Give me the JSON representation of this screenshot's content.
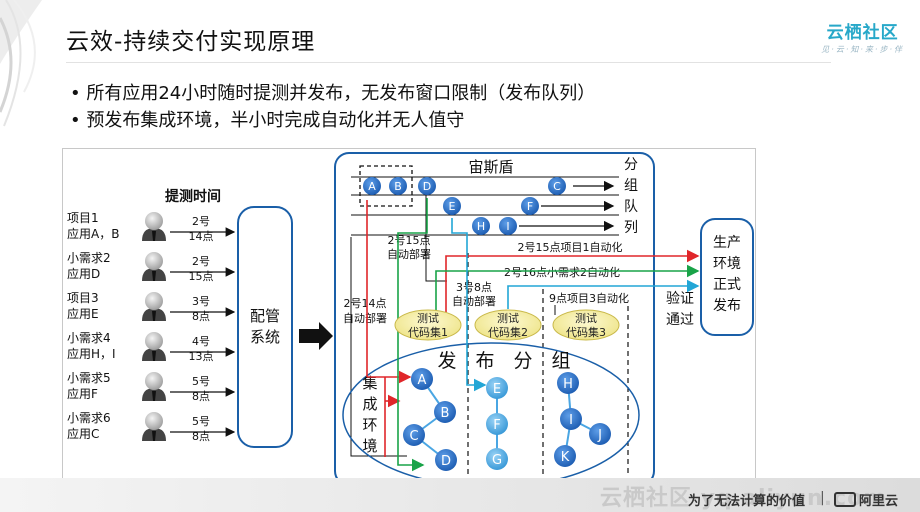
{
  "slide": {
    "title": "云效-持续交付实现原理",
    "logo_text": "云栖社区",
    "logo_sub": "见·云·知·来·步·伴",
    "bullets": [
      "所有应用24小时随时提测并发布，无发布窗口限制（发布队列）",
      "预发布集成环境，半小时完成自动化并无人值守"
    ]
  },
  "diagram": {
    "submit_time_header": "提测时间",
    "requests": [
      {
        "line1": "项目1",
        "line2": "应用A，B",
        "day": "2号",
        "time": "14点"
      },
      {
        "line1": "小需求2",
        "line2": "应用D",
        "day": "2号",
        "time": "15点"
      },
      {
        "line1": "项目3",
        "line2": "应用E",
        "day": "3号",
        "time": "8点"
      },
      {
        "line1": "小需求4",
        "line2": "应用H，I",
        "day": "4号",
        "time": "13点"
      },
      {
        "line1": "小需求5",
        "line2": "应用F",
        "day": "5号",
        "time": "8点"
      },
      {
        "line1": "小需求6",
        "line2": "应用C",
        "day": "5号",
        "time": "8点"
      }
    ],
    "config_box": [
      "配管",
      "系统"
    ],
    "zeus": "宙斯盾",
    "queue_label": [
      "分",
      "组",
      "队",
      "列"
    ],
    "queue_nodes": [
      "A",
      "B",
      "D",
      "C",
      "E",
      "F",
      "H",
      "I"
    ],
    "annotations": {
      "a1": [
        "2号15点",
        "自动部署"
      ],
      "a2": [
        "2号14点",
        "自动部署"
      ],
      "a3": [
        "3号8点",
        "自动部署"
      ],
      "r1": "2号15点项目1自动化",
      "r2": "2号16点小需求2自动化",
      "r3": "9点项目3自动化"
    },
    "verify": [
      "验证",
      "通过"
    ],
    "prod": [
      "生产",
      "环境",
      "正式",
      "发布"
    ],
    "code_sets": [
      [
        "测试",
        "代码集1"
      ],
      [
        "测试",
        "代码集2"
      ],
      [
        "测试",
        "代码集3"
      ]
    ],
    "group_title": "发　布　分　组",
    "env_label": [
      "集",
      "成",
      "环",
      "境"
    ],
    "groups": [
      [
        "A",
        "B",
        "C",
        "D"
      ],
      [
        "E",
        "F",
        "G"
      ],
      [
        "H",
        "I",
        "J",
        "K"
      ]
    ]
  },
  "footer": {
    "watermark": "云栖社区 yq.aliyun.com",
    "slogan": "为了无法计算的价值",
    "separator": "|",
    "brand": "阿里云"
  },
  "colors": {
    "node_dark": "#1f5fb4",
    "node_light": "#4aa6e3",
    "red": "#e0262a",
    "green": "#19a348",
    "cyan": "#22a6d6",
    "code_set": "#f5f0a7",
    "logo": "#27a8c9"
  }
}
